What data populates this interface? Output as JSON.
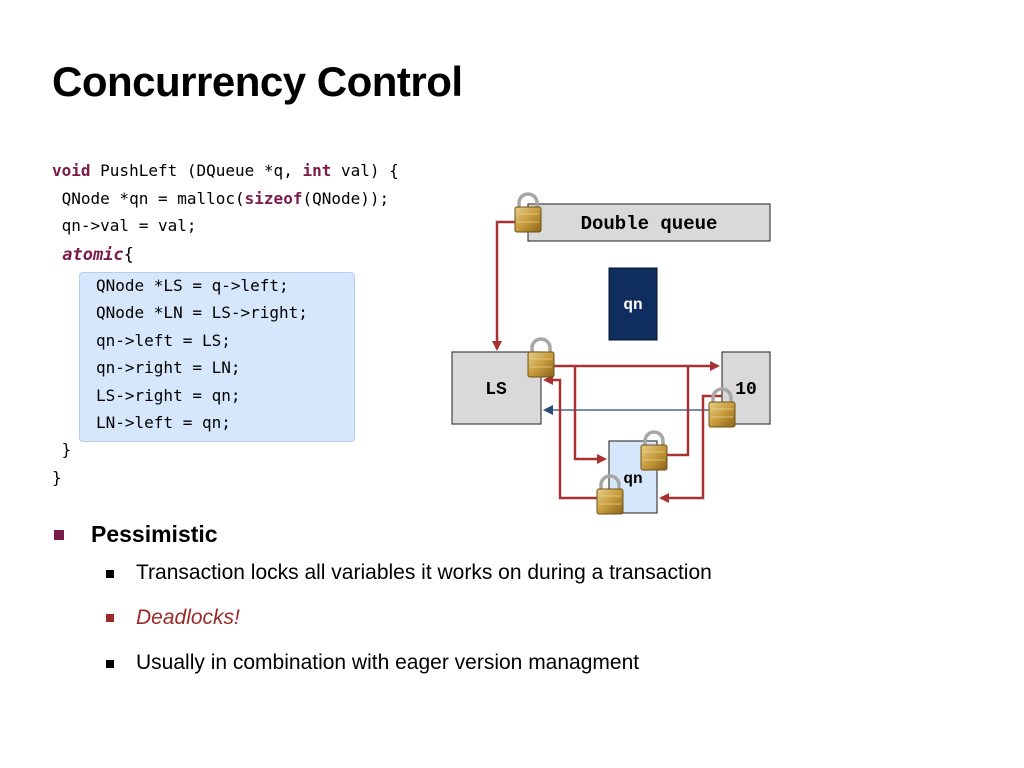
{
  "slide": {
    "title": "Concurrency Control"
  },
  "code": {
    "line1": {
      "kw1": "void",
      "t1": " PushLeft (DQueue *q, ",
      "kw2": "int",
      "t2": " val) {"
    },
    "line2": {
      "t1": " QNode *qn = malloc(",
      "kw": "sizeof",
      "t2": "(QNode));"
    },
    "line3": " qn->val = val;",
    "line4": {
      "kw": "atomic",
      "t": "{"
    },
    "atomic_lines": [
      "QNode *LS = q->left;",
      "QNode *LN = LS->right;",
      "qn->left = LS;",
      "qn->right = LN;",
      "LS->right = qn;",
      "LN->left = qn;"
    ],
    "close_inner": " }",
    "close_outer": "}"
  },
  "diagram": {
    "double_queue_label": "Double queue",
    "qn_top_label": "qn",
    "ls_label": "LS",
    "right_node_label": "10",
    "qn_bottom_label": "qn",
    "colors": {
      "arrow": "#a83232",
      "box_fill": "#d9d9d9",
      "qn_dark": "#0f2d5e",
      "qn_light": "#d6e6fb",
      "link_blue": "#2b4a6f"
    }
  },
  "bullets": {
    "main": "Pessimistic",
    "sub": [
      "Transaction locks all variables it works on during a transaction",
      "Deadlocks!",
      "Usually in combination with eager version managment"
    ]
  }
}
